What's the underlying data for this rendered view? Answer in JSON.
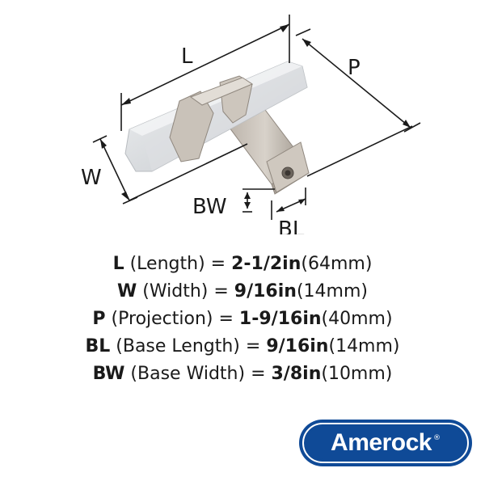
{
  "diagram": {
    "labels": {
      "length": "L",
      "width": "W",
      "projection": "P",
      "base_width": "BW",
      "base_length": "BL"
    }
  },
  "specs": [
    {
      "symbol": "L",
      "name": " (Length) = ",
      "imperial": "2-1/2in",
      "metric": "(64mm)"
    },
    {
      "symbol": "W",
      "name": " (Width) = ",
      "imperial": "9/16in",
      "metric": "(14mm)"
    },
    {
      "symbol": "P",
      "name": " (Projection) = ",
      "imperial": "1-9/16in",
      "metric": "(40mm)"
    },
    {
      "symbol": "BL",
      "name": " (Base Length) = ",
      "imperial": "9/16in",
      "metric": "(14mm)"
    },
    {
      "symbol": "BW",
      "name": " (Base Width) = ",
      "imperial": "3/8in",
      "metric": "(10mm)"
    }
  ],
  "logo": {
    "text": "Amerock",
    "mark": "®",
    "color": "#0f4a97"
  }
}
